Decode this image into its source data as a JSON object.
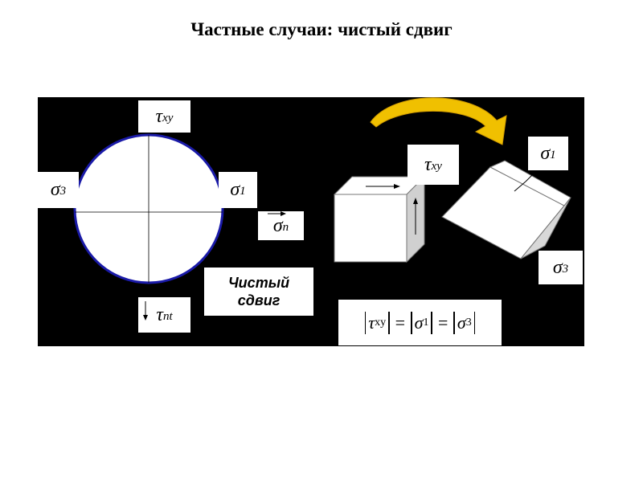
{
  "title": "Частные случаи: чистый сдвиг",
  "labels": {
    "tau_xy_axis": "τ",
    "tau_xy_axis_sub": "xy",
    "sigma3_left": "σ",
    "sigma3_left_sub": "3",
    "sigma1_right": "σ",
    "sigma1_right_sub": "1",
    "sigma_n": "σ",
    "sigma_n_sub": "n",
    "tau_nt": "τ",
    "tau_nt_sub": "nt",
    "tau_xy_cube": "τ",
    "tau_xy_cube_sub": "xy",
    "sigma1_rot": "σ",
    "sigma1_rot_sub": "1",
    "sigma3_rot": "σ",
    "sigma3_rot_sub": "3"
  },
  "note": {
    "line1": "Чистый",
    "line2": "сдвиг"
  },
  "formula": {
    "tau": "τ",
    "tau_sub": "xy",
    "eq1": "=",
    "s1": "σ",
    "s1_sub": "1",
    "eq2": "=",
    "s3": "σ",
    "s3_sub": "3"
  },
  "colors": {
    "panel": "#000000",
    "circle_fill": "#ffffff",
    "circle_stroke": "#1a1aa8",
    "arrow_fill": "#f0c000",
    "cube_shadow": "#c8c8c8"
  }
}
